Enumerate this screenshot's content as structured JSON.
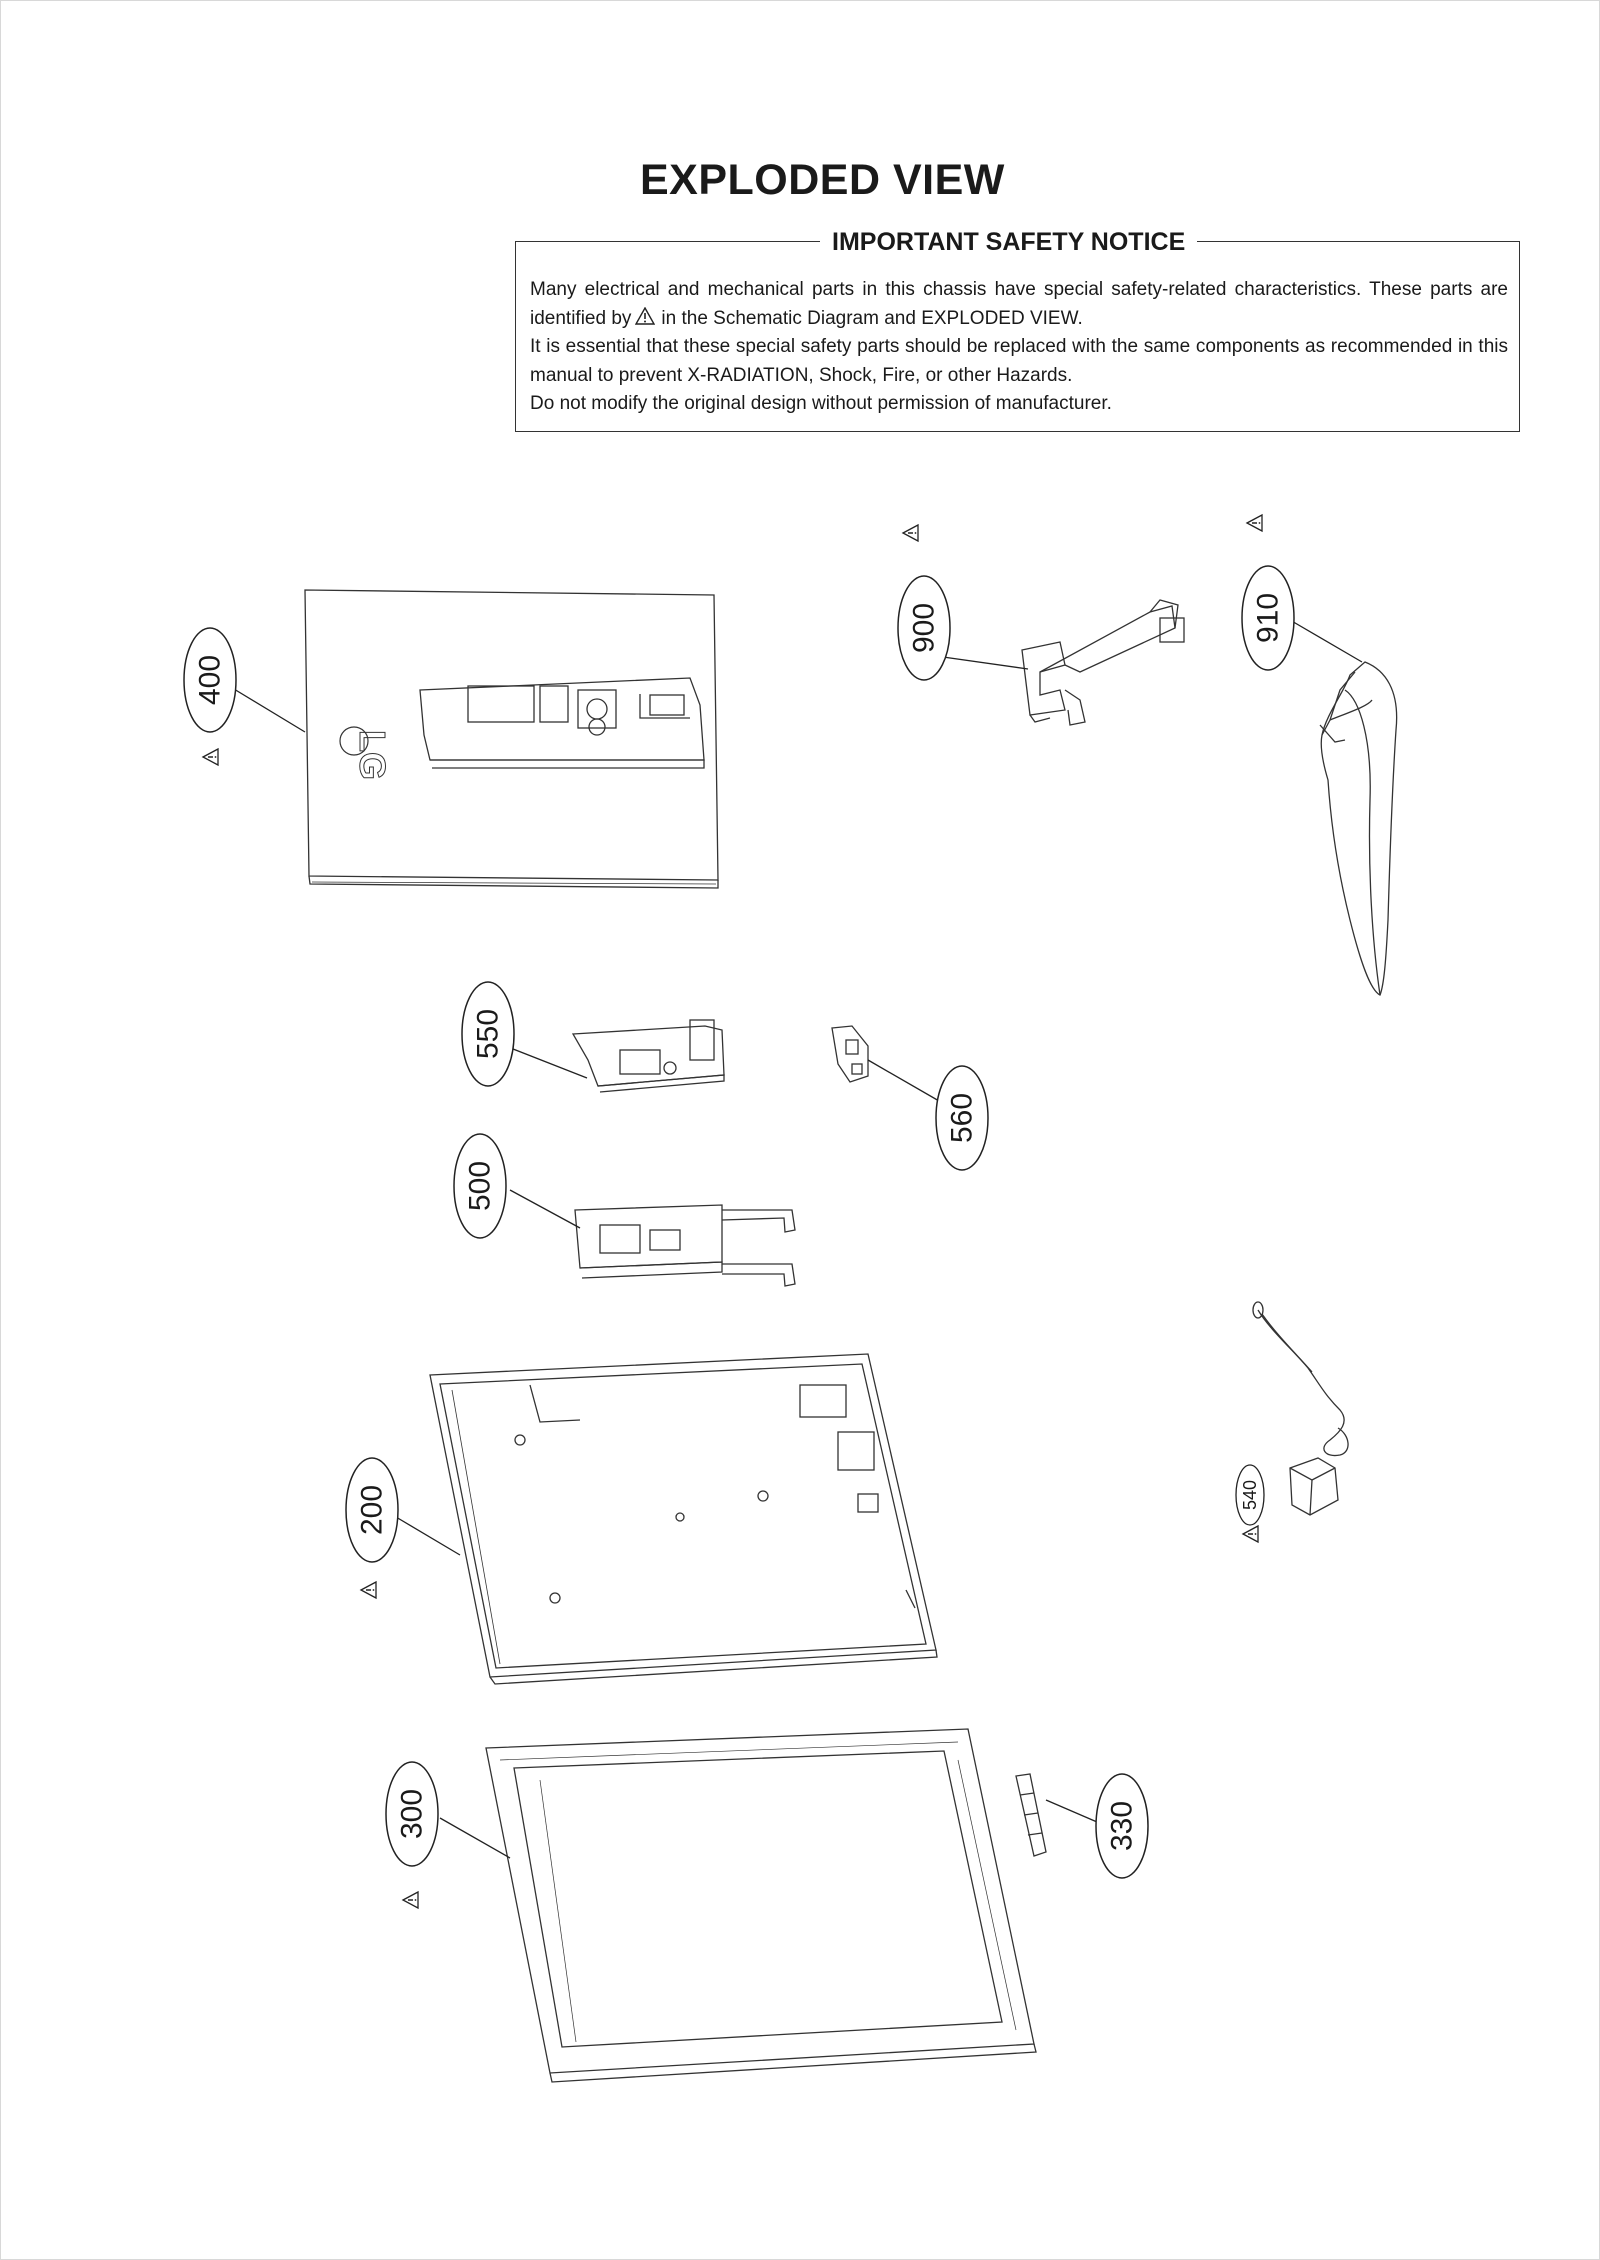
{
  "page": {
    "title": "EXPLODED VIEW"
  },
  "notice": {
    "heading": "IMPORTANT SAFETY NOTICE",
    "line1_pre": "Many electrical and mechanical parts in this chassis have special safety-related characteristics. These parts are identified by",
    "line1_post": "in the Schematic Diagram and EXPLODED VIEW.",
    "line2": "It is essential that these special safety parts should be replaced with the same components as recommended in this manual to prevent X-RADIATION, Shock, Fire, or other Hazards.",
    "line3": "Do not modify the original design without permission of manufacturer."
  },
  "parts": [
    {
      "number": "400",
      "safety_critical": true
    },
    {
      "number": "900",
      "safety_critical": true
    },
    {
      "number": "910",
      "safety_critical": true
    },
    {
      "number": "550",
      "safety_critical": false
    },
    {
      "number": "560",
      "safety_critical": false
    },
    {
      "number": "500",
      "safety_critical": false
    },
    {
      "number": "540",
      "safety_critical": true
    },
    {
      "number": "200",
      "safety_critical": true
    },
    {
      "number": "300",
      "safety_critical": true
    },
    {
      "number": "330",
      "safety_critical": false
    }
  ],
  "logo_text": "LG",
  "icons": {
    "safety_mark": "warning-triangle-icon"
  }
}
